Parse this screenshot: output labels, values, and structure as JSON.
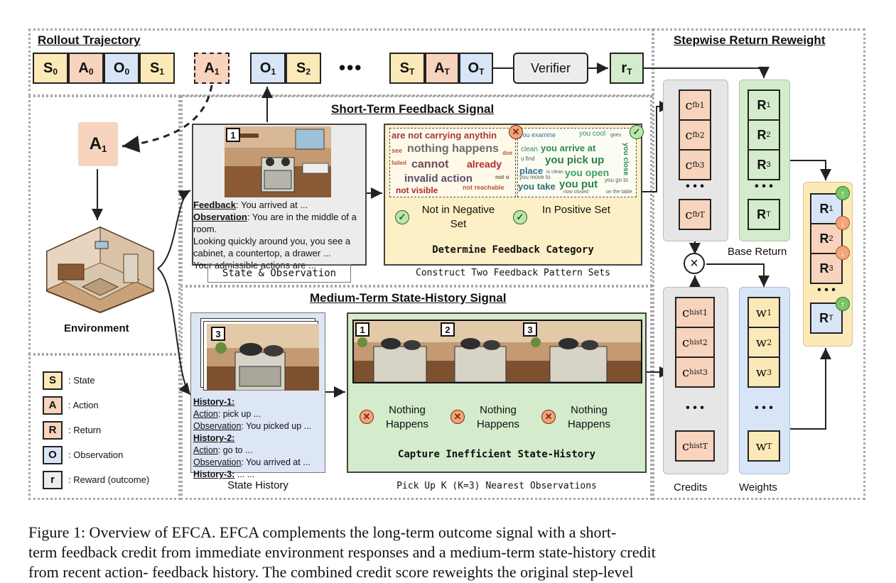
{
  "sections": {
    "rollout": "Rollout Trajectory",
    "stepwise": "Stepwise Return Reweight",
    "short_term": "Short-Term Feedback Signal",
    "medium_term": "Medium-Term State-History Signal"
  },
  "trajectory": {
    "s0": "S",
    "a0": "A",
    "o0": "O",
    "s1": "S",
    "a1": "A",
    "o1": "O",
    "s2": "S",
    "ellipsis": "•••",
    "st": "S",
    "at": "A",
    "ot": "O",
    "verifier": "Verifier",
    "rt": "r",
    "sub": {
      "s0": "0",
      "a0": "0",
      "o0": "0",
      "s1": "1",
      "a1": "1",
      "o1": "1",
      "s2": "2",
      "st": "T",
      "at": "T",
      "ot": "T",
      "rt": "T"
    }
  },
  "environment": {
    "action": "A",
    "action_sub": "1",
    "label": "Environment"
  },
  "legend": [
    {
      "key": "S",
      "text": ": State",
      "color": "#fbeab8"
    },
    {
      "key": "A",
      "text": ": Action",
      "color": "#f8d3bd"
    },
    {
      "key": "R",
      "text": ": Return",
      "color": "#f8d3bd"
    },
    {
      "key": "O",
      "text": ": Observation",
      "color": "#d8e5f7"
    },
    {
      "key": "r",
      "text": ": Reward (outcome)",
      "color": "#ececec"
    }
  ],
  "state_obs": {
    "tag": "1",
    "feedback_label": "Feedback",
    "feedback_text": ": You arrived at ...",
    "observation_label": "Observation",
    "observation_text": ": You are in the middle of a room.",
    "line2": "Looking quickly around you, you see a cabinet, a countertop, a drawer ...",
    "line3": "Your admissible actions are ...",
    "caption": "State & Observation"
  },
  "feedback_sets": {
    "negative_words": [
      "are not carrying anythin",
      "see",
      "nothing happens",
      "cannot",
      "already",
      "failed",
      "invalid action",
      "not visible",
      "not reachable",
      "doe",
      "not o"
    ],
    "positive_words": [
      "you examine",
      "you cool",
      "clean",
      "you arrive at",
      "you pick up",
      "place",
      "you open",
      "you take",
      "you put",
      "you close",
      "u find",
      "you move to",
      "is clean",
      "you go to",
      "now closed",
      "goes",
      "on the table"
    ],
    "not_in_negative": "Not in Negative Set",
    "in_positive": "In Positive Set",
    "determine": "Determine Feedback Category",
    "caption": "Construct Two Feedback Pattern Sets",
    "icons": {
      "neg": "✕",
      "pos": "✓"
    }
  },
  "state_history": {
    "tag": "3",
    "h1": "History-1:",
    "h1_action_label": "Action",
    "h1_action": ": pick up ...",
    "h1_obs_label": "Observation",
    "h1_obs": ": You picked up ...",
    "h2": "History-2:",
    "h2_action_label": "Action",
    "h2_action": ": go to ...",
    "h2_obs_label": "Observation",
    "h2_obs": ": You arrived at ...",
    "h3": "History-3:",
    "h3_rest": " ... ...",
    "caption": "State History"
  },
  "nearest": {
    "tags": [
      "1",
      "2",
      "3"
    ],
    "items": [
      "Nothing Happens",
      "Nothing Happens",
      "Nothing Happens"
    ],
    "capture": "Capture Inefficient State-History",
    "caption": "Pick Up K (K=3) Nearest Observations"
  },
  "reweight": {
    "cfb": [
      "c",
      "c",
      "c",
      "c"
    ],
    "cfb_sup": "fb",
    "cfb_sub": [
      "1",
      "2",
      "3",
      "T"
    ],
    "base": [
      "R",
      "R",
      "R",
      "R"
    ],
    "base_sub": [
      "1",
      "2",
      "3",
      "T"
    ],
    "base_label": "Base Return",
    "chist_sup": "hist",
    "chist": [
      "c",
      "c",
      "c",
      "c"
    ],
    "chist_sub": [
      "1",
      "2",
      "3",
      "T"
    ],
    "w": [
      "w",
      "w",
      "w",
      "w"
    ],
    "w_sub": [
      "1",
      "2",
      "3",
      "T"
    ],
    "credits_label": "Credits",
    "weights_label": "Weights",
    "dots": "• • •",
    "times": "×",
    "final": [
      "R",
      "R",
      "R",
      "R"
    ],
    "final_sub": [
      "1",
      "2",
      "3",
      "T"
    ],
    "final_badges": [
      "↑",
      "↓",
      "↓",
      "↑"
    ]
  },
  "caption": {
    "line1": "Figure 1: Overview of EFCA. EFCA complements the long-term outcome signal with a short-",
    "line2": "term feedback credit from immediate environment responses and a medium-term state-history credit",
    "line3": "from recent action- feedback history. The combined credit score reweights the original step-level"
  }
}
